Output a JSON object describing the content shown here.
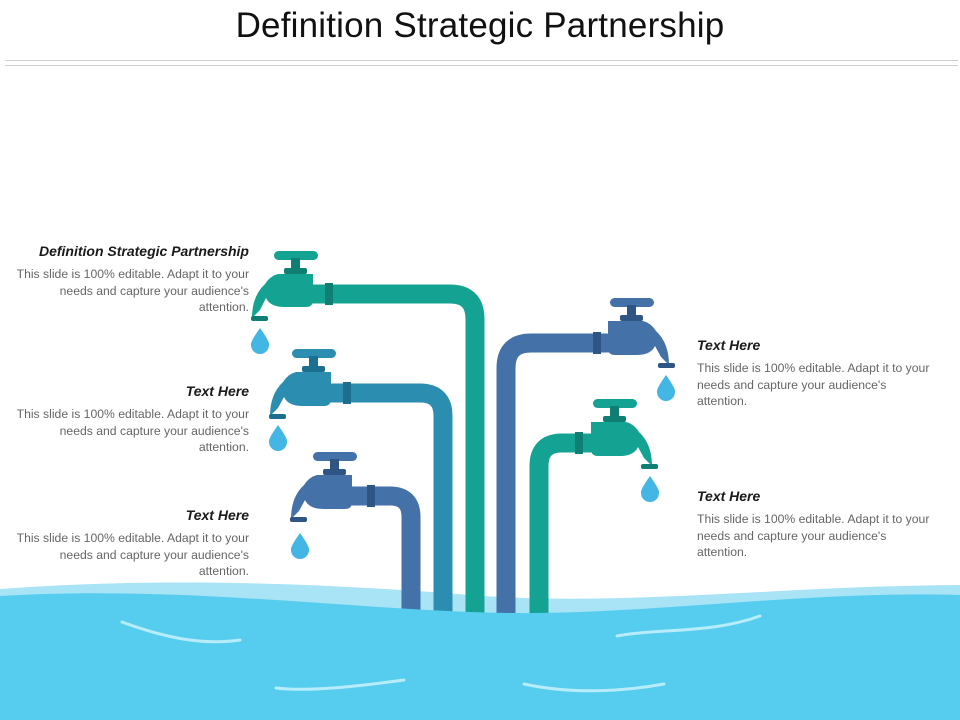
{
  "slide": {
    "title": "Definition Strategic Partnership"
  },
  "items": [
    {
      "heading": "Definition Strategic Partnership",
      "body": "This slide is 100% editable. Adapt it to your needs and capture your audience's attention."
    },
    {
      "heading": "Text Here",
      "body": "This slide is 100% editable. Adapt it to your needs and capture your audience's attention."
    },
    {
      "heading": "Text Here",
      "body": "This slide is 100% editable. Adapt it to your needs and capture your audience's attention."
    },
    {
      "heading": "Text Here",
      "body": "This slide is 100% editable. Adapt it to your needs and capture your audience's attention."
    },
    {
      "heading": "Text Here",
      "body": "This slide is 100% editable. Adapt it to your needs and capture your audience's attention."
    }
  ],
  "colors": {
    "teal": "#14a392",
    "mid_blue": "#2b8eb0",
    "steel_blue": "#4371a8",
    "water": "#56cdee",
    "water_light": "#a9e3f6",
    "drop": "#44b6e4"
  }
}
